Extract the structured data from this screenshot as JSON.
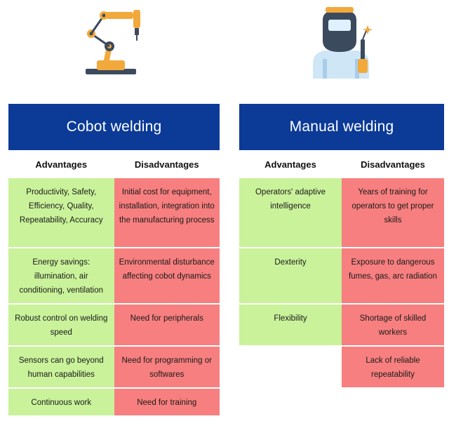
{
  "colors": {
    "header_bg": "#0b3a97",
    "advantage_bg": "#c9f29a",
    "disadvantage_bg": "#f77f7f"
  },
  "icons": {
    "left": "robot-arm-icon",
    "right": "welder-icon"
  },
  "cobot": {
    "title": "Cobot welding",
    "advantages_heading": "Advantages",
    "disadvantages_heading": "Disadvantages",
    "advantages": [
      "Productivity, Safety, Efficiency, Quality, Repeatability, Accuracy",
      "Energy savings: illumination, air conditioning, ventilation",
      "Robust control on welding speed",
      "Sensors can go beyond human capabilities",
      "Continuous work"
    ],
    "disadvantages": [
      "Initial cost for equipment, installation, integration into the manufacturing process",
      "Environmental disturbance affecting cobot dynamics",
      "Need for peripherals",
      "Need for programming or softwares",
      "Need for training"
    ]
  },
  "manual": {
    "title": "Manual welding",
    "advantages_heading": "Advantages",
    "disadvantages_heading": "Disadvantages",
    "advantages": [
      "Operators' adaptive intelligence",
      "Dexterity",
      "Flexibility"
    ],
    "disadvantages": [
      "Years of training for operators to get proper skills",
      "Exposure to dangerous fumes, gas, arc radiation",
      "Shortage of skilled workers",
      "Lack of reliable repeatability"
    ]
  }
}
